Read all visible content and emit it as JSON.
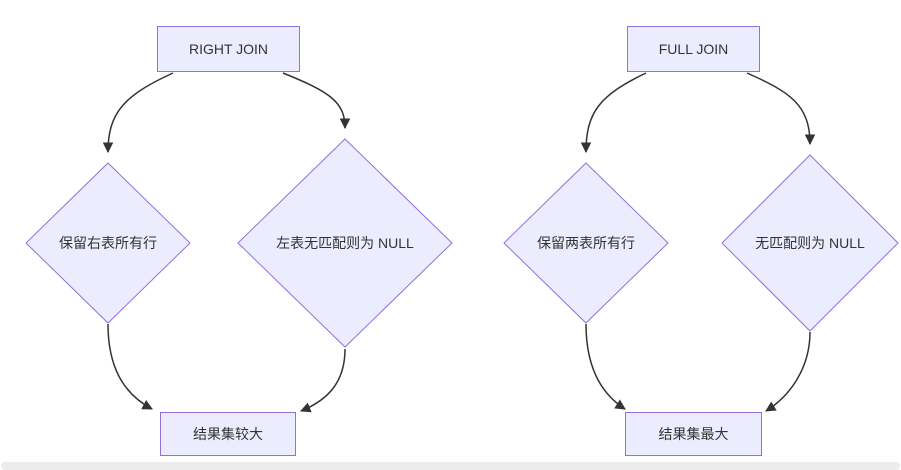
{
  "diagrams": [
    {
      "top": "RIGHT JOIN",
      "left_branch": "保留右表所有行",
      "right_branch": "左表无匹配则为 NULL",
      "result": "结果集较大"
    },
    {
      "top": "FULL JOIN",
      "left_branch": "保留两表所有行",
      "right_branch": "无匹配则为 NULL",
      "result": "结果集最大"
    }
  ],
  "colors": {
    "node_fill": "#ECECFF",
    "node_border": "#9370DB",
    "edge": "#333333",
    "text": "#333333"
  }
}
